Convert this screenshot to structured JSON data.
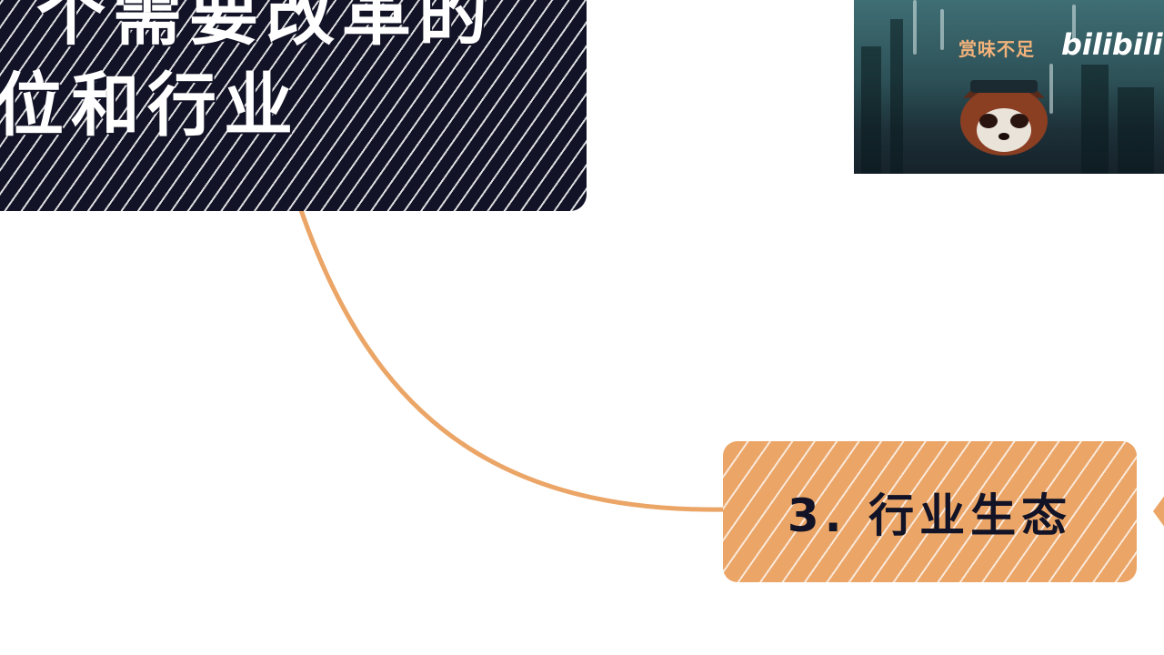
{
  "main_node": {
    "line1": "个需要改革的",
    "line2": "位和行业",
    "color": "#121326"
  },
  "child_node": {
    "label": "3. 行业生态",
    "color": "#eba567"
  },
  "connector": {
    "color": "#eba567"
  },
  "video_overlay": {
    "channel_name": "赏味不足",
    "brand": "bilibili"
  }
}
